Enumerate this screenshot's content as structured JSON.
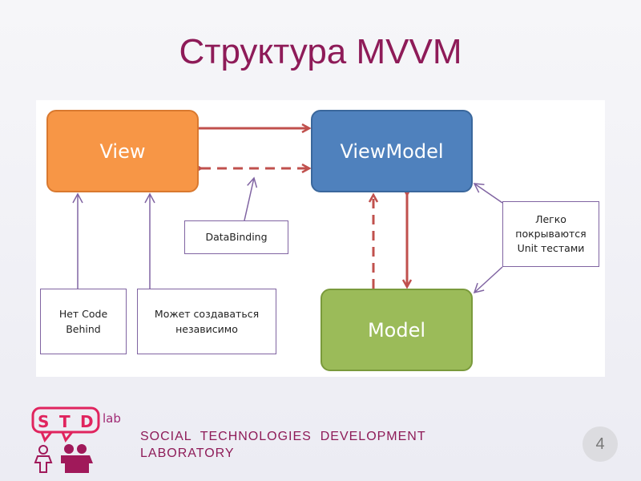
{
  "title": "Структура MVVM",
  "diagram": {
    "nodes": {
      "view": "View",
      "viewmodel": "ViewModel",
      "model": "Model"
    },
    "notes": {
      "databinding": "DataBinding",
      "no_code_behind_1": "Нет Code",
      "no_code_behind_2": "Behind",
      "independent_1": "Может создаваться",
      "independent_2": "независимо",
      "testable_1": "Легко",
      "testable_2": "покрываются",
      "testable_3": "Unit тестами"
    },
    "colors": {
      "view": "#f79646",
      "viewmodel": "#4f81bd",
      "model": "#9bbb59",
      "arrow": "#c0504d",
      "callout": "#8064a2"
    }
  },
  "footer": {
    "logo_text": "STD lab",
    "org_line1": "SOCIAL  TECHNOLOGIES  DEVELOPMENT",
    "org_line2": "LABORATORY",
    "page_number": "4"
  }
}
